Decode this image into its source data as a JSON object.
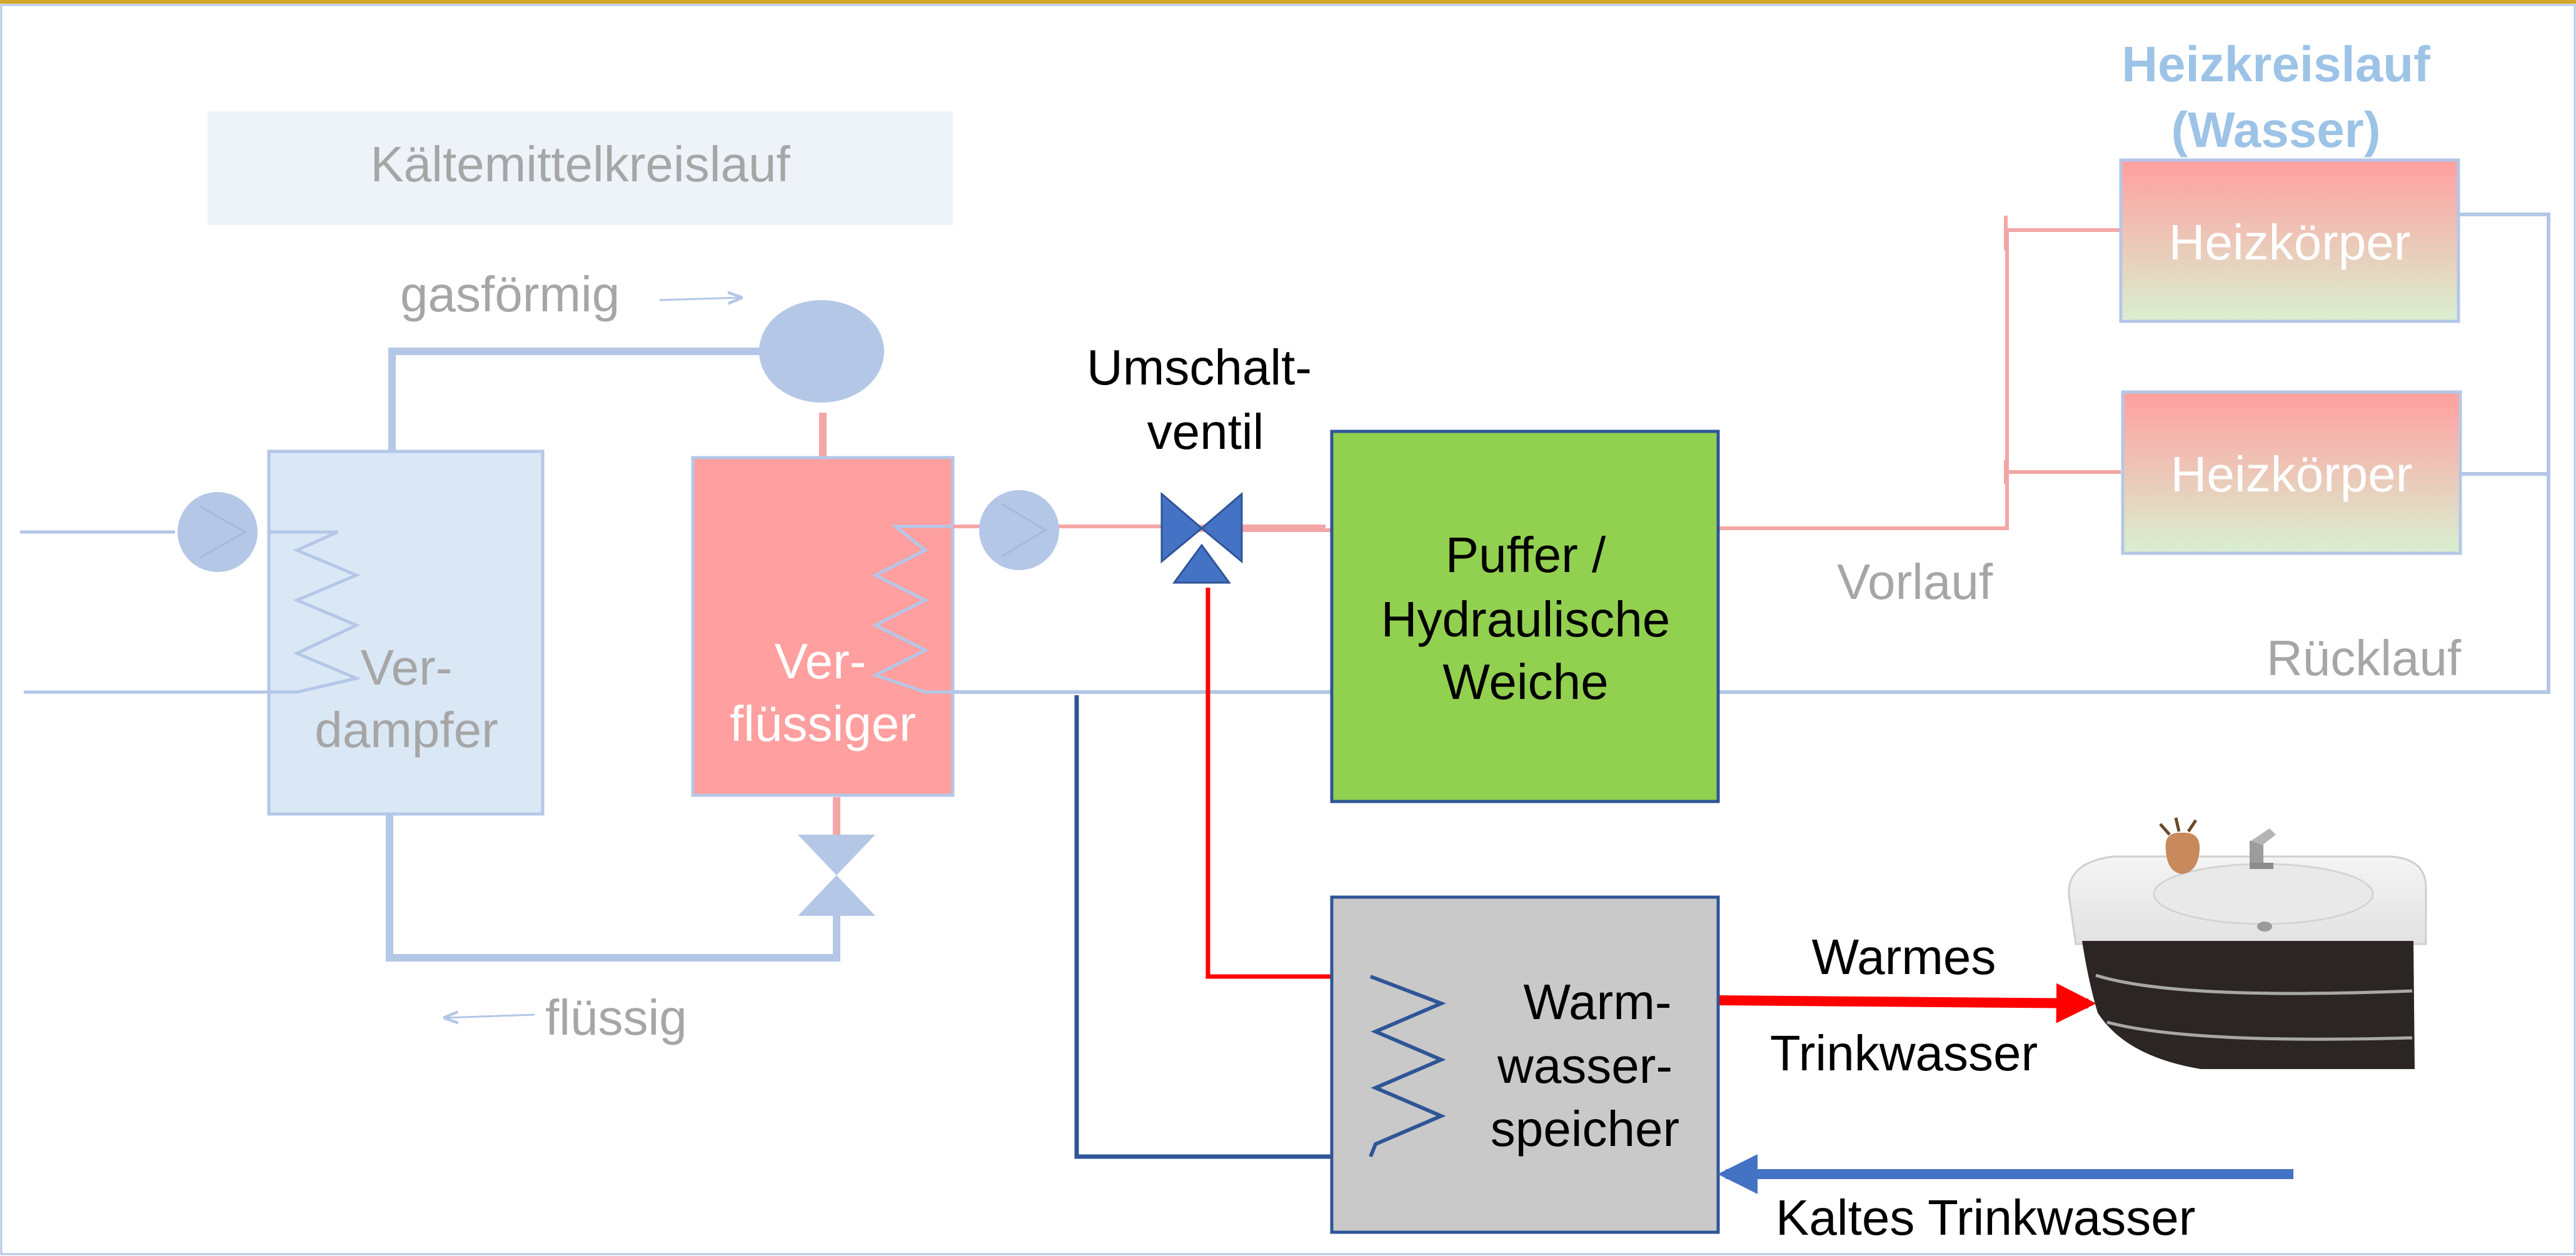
{
  "labels": {
    "refrigerant_circuit": "Kältemittelkreislauf",
    "gaseous": "gasförmig",
    "liquid": "flüssig",
    "evaporator_1": "Ver-",
    "evaporator_2": "dampfer",
    "condenser_1": "Ver-",
    "condenser_2": "flüssiger",
    "switch_valve_1": "Umschalt-",
    "switch_valve_2": "ventil",
    "buffer_1": "Puffer /",
    "buffer_2": "Hydraulische",
    "buffer_3": "Weiche",
    "heating_circuit_1": "Heizkreislauf",
    "heating_circuit_2": "(Wasser)",
    "radiator_1": "Heizkörper",
    "radiator_2": "Heizkörper",
    "supply": "Vorlauf",
    "return": "Rücklauf",
    "hot_water_tank_1": "Warm-",
    "hot_water_tank_2": "wasser-",
    "hot_water_tank_3": "speicher",
    "warm_water_1": "Warmes",
    "warm_water_2": "Trinkwasser",
    "cold_water": "Kaltes Trinkwasser"
  },
  "colors": {
    "top_border": "#d4a72c",
    "faded_blue_line": "#b4c7e7",
    "faded_red_line": "#f4a6a6",
    "evaporator_fill": "#dae7f5",
    "condenser_fill": "#ff9f9f",
    "buffer_fill": "#92d050",
    "tank_fill": "#c9c9c9",
    "dark_blue_line": "#2f5597",
    "red_line": "#ff0000",
    "arrow_blue": "#4472c4",
    "valve_blue": "#4472c4",
    "label_faded": "#a6a6a6",
    "heating_title": "#9dc3e6"
  }
}
